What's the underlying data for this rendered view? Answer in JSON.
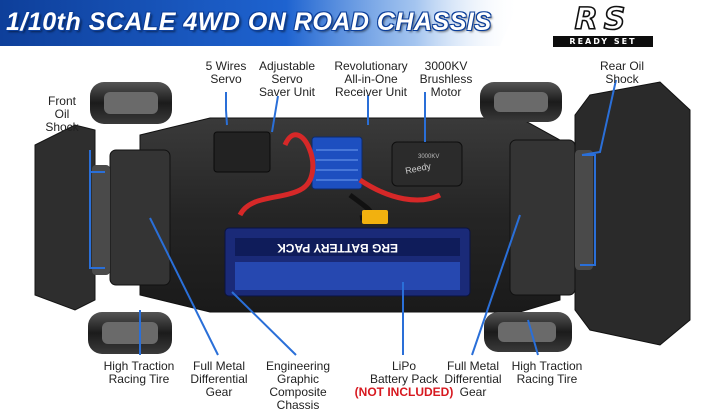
{
  "header": {
    "title": "1/10th SCALE 4WD ON ROAD CHASSIS",
    "logo_main": "RS",
    "logo_sub": "READY SET"
  },
  "colors": {
    "banner_blue": "#1656c2",
    "callout_line": "#2a6fd8",
    "warning_red": "#d71920"
  },
  "labels": {
    "servo": [
      "5 Wires",
      "Servo"
    ],
    "saver": [
      "Adjustable",
      "Servo",
      "Saver Unit"
    ],
    "receiver": [
      "Revolutionary",
      "All-in-One",
      "Receiver Unit"
    ],
    "motor": [
      "3000KV",
      "Brushless",
      "Motor"
    ],
    "rear_shock": [
      "Rear Oil",
      "Shock"
    ],
    "front_shock": [
      "Front",
      "Oil",
      "Shock"
    ],
    "tire_left": [
      "High Traction",
      "Racing Tire"
    ],
    "diff_left": [
      "Full Metal",
      "Differential",
      "Gear"
    ],
    "chassis": [
      "Engineering",
      "Graphic",
      "Composite",
      "Chassis"
    ],
    "battery": [
      "LiPo",
      "Battery Pack",
      "(NOT INCLUDED)"
    ],
    "diff_right": [
      "Full Metal",
      "Differential",
      "Gear"
    ],
    "tire_right": [
      "High Traction",
      "Racing Tire"
    ]
  },
  "photo_text": {
    "battery_label": "ERG BATTERY PACK",
    "motor_brand": "Reedy",
    "motor_kv": "3000KV"
  }
}
